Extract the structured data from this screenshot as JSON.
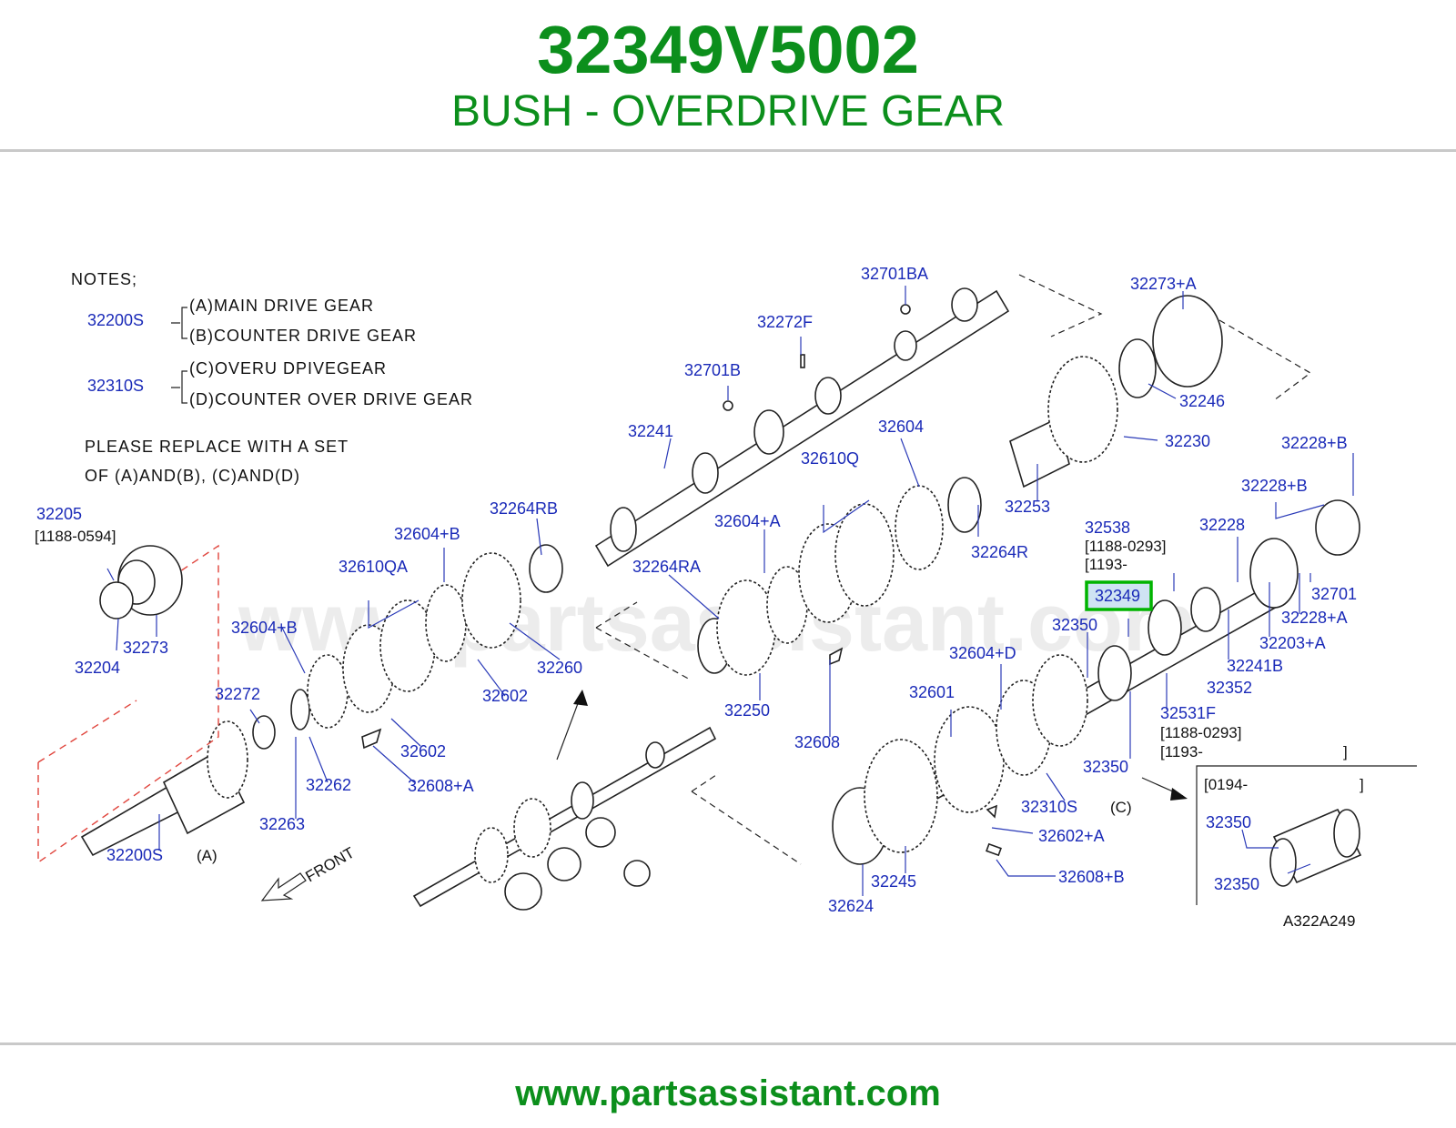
{
  "header": {
    "part_number": "32349V5002",
    "part_name": "BUSH - OVERDRIVE GEAR"
  },
  "footer": {
    "url": "www.partsassistant.com"
  },
  "watermark": "www.partsassistant.com",
  "notes": {
    "title": "NOTES;",
    "group1": {
      "part": "32200S",
      "line_a": "(A)MAIN  DRIVE  GEAR",
      "line_b": "(B)COUNTER  DRIVE  GEAR"
    },
    "group2": {
      "part": "32310S",
      "line_c": "(C)OVERU  DPIVEGEAR",
      "line_d": "(D)COUNTER  OVER  DRIVE  GEAR"
    },
    "replace_1": "PLEASE  REPLACE  WITH  A  SET",
    "replace_2": "OF  (A)AND(B),  (C)AND(D)"
  },
  "labels": {
    "p32205": "32205",
    "r1188_0594": "[1188-0594]",
    "p32273a": "32273",
    "p32204": "32204",
    "p32701BA": "32701BA",
    "p32272F": "32272F",
    "p32701B": "32701B",
    "p32241": "32241",
    "p32273A_plus": "32273+A",
    "p32246": "32246",
    "p32230": "32230",
    "p32604_top": "32604",
    "p32610Q": "32610Q",
    "p32253": "32253",
    "p32264R": "32264R",
    "p32264RB": "32264RB",
    "p32604B_1": "32604+B",
    "p32610QA": "32610QA",
    "p32604B_2": "32604+B",
    "p32604A": "32604+A",
    "p32264RA": "32264RA",
    "p32228B_1": "32228+B",
    "p32228B_2": "32228+B",
    "p32538": "32538",
    "r1188_0293_a": "[1188-0293]",
    "r1193_a": "[1193-",
    "p32228": "32228",
    "p32349": "32349",
    "p32701": "32701",
    "p32350_a": "32350",
    "p32228A": "32228+A",
    "p32203A": "32203+A",
    "p32241B": "32241B",
    "p32352": "32352",
    "p32604D": "32604+D",
    "p32260": "32260",
    "p32602_a": "32602",
    "p32272": "32272",
    "p32262": "32262",
    "p32602_b": "32602",
    "p32608A": "32608+A",
    "p32263": "32263",
    "p32200S": "32200S",
    "lbl_A": "(A)",
    "p32250": "32250",
    "p32608": "32608",
    "p32601": "32601",
    "p32531F": "32531F",
    "r1188_0293_b": "[1188-0293]",
    "r1193_b": "[1193-",
    "r_close_b": "]",
    "p32350_b": "32350",
    "p32310S": "32310S",
    "lbl_C": "(C)",
    "p32602A": "32602+A",
    "p32608B": "32608+B",
    "p32245": "32245",
    "p32624": "32624",
    "r0194": "[0194-",
    "r_close_c": "]",
    "p32350_c": "32350",
    "p32350_d": "32350",
    "diagram_code": "A322A249",
    "front": "FRONT"
  }
}
